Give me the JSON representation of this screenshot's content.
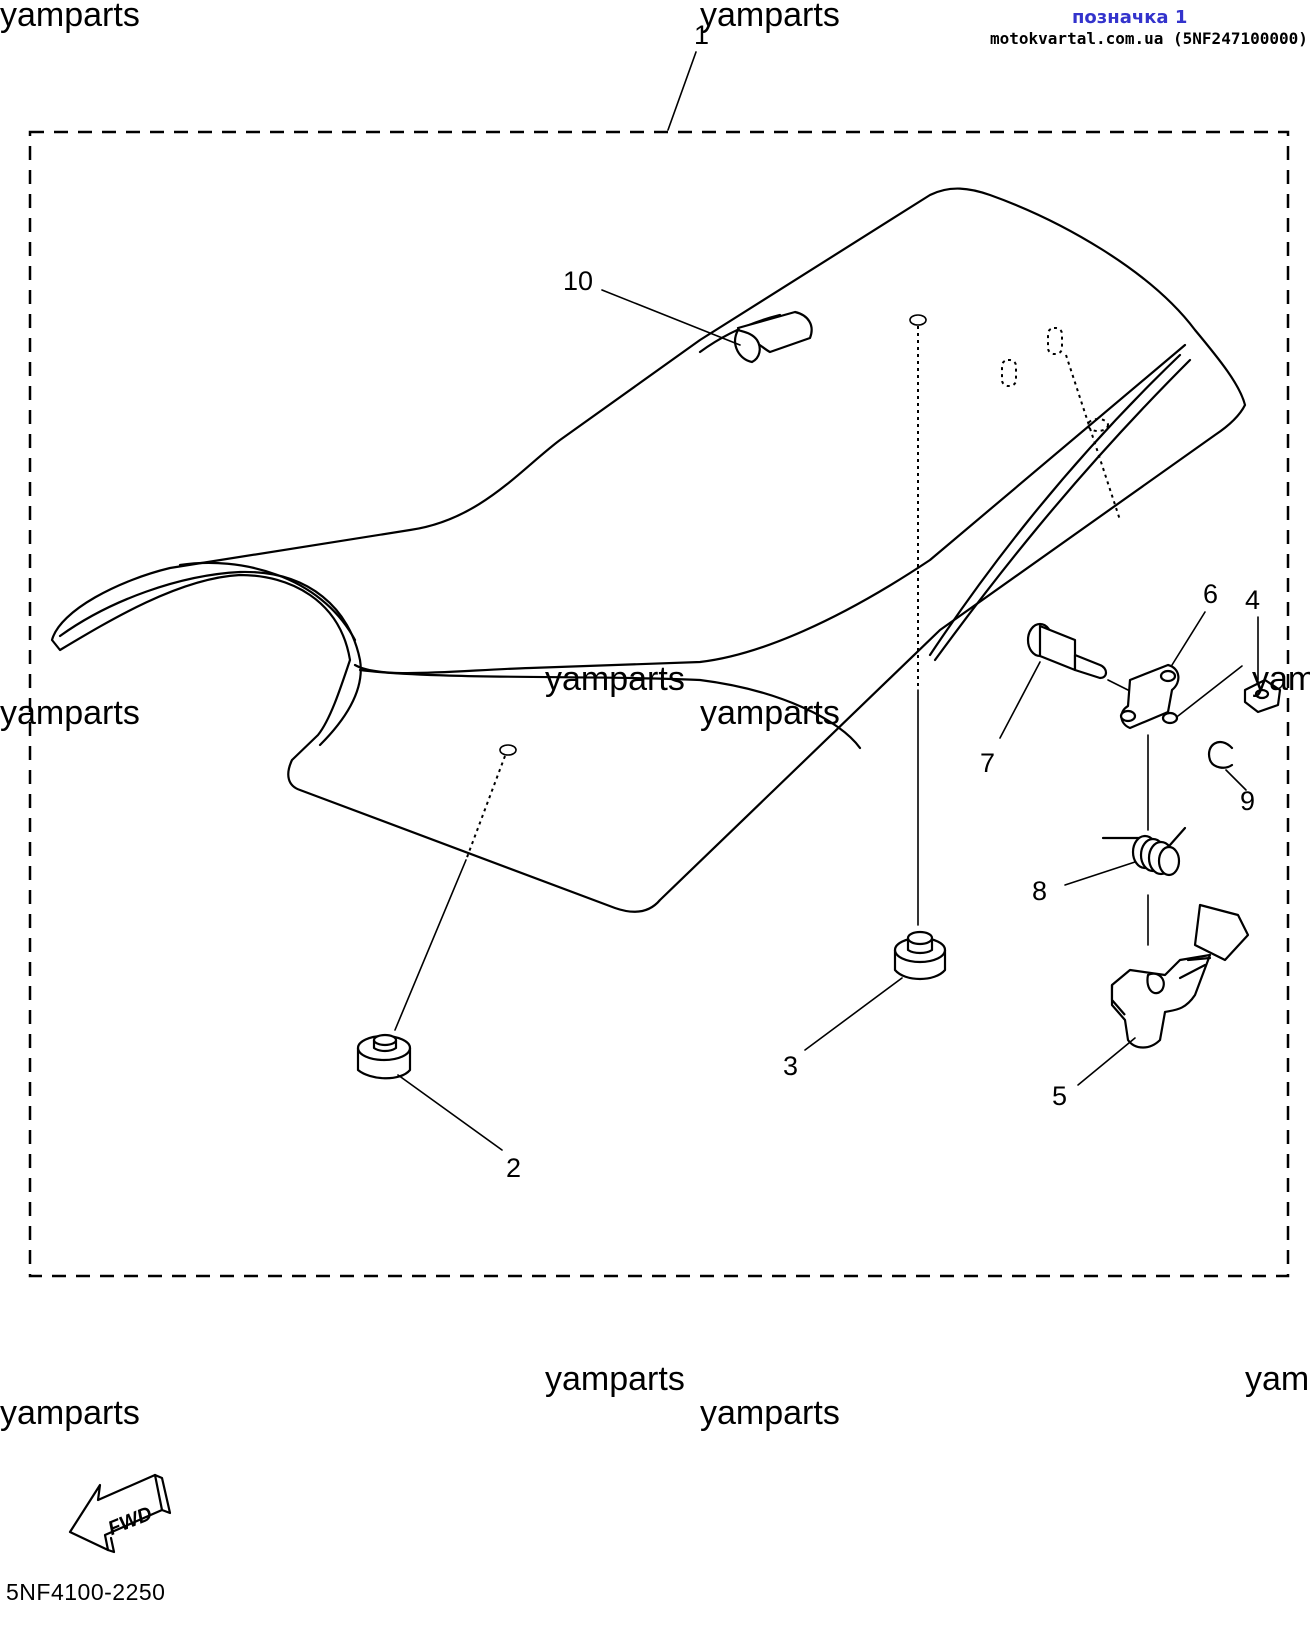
{
  "header": {
    "label": "позначка 1",
    "source": "motokvartal.com.ua (5NF247100000)"
  },
  "watermark": "yamparts",
  "watermark_partial": "yam",
  "diagram_code": "5NF4100-2250",
  "fwd_label": "FWD",
  "colors": {
    "header_label": "#3333cc",
    "lines": "#000000",
    "background": "#ffffff"
  },
  "callouts": {
    "c1": "1",
    "c2": "2",
    "c3": "3",
    "c4": "4",
    "c5": "5",
    "c6": "6",
    "c7": "7",
    "c8": "8",
    "c9": "9",
    "c10": "10"
  }
}
